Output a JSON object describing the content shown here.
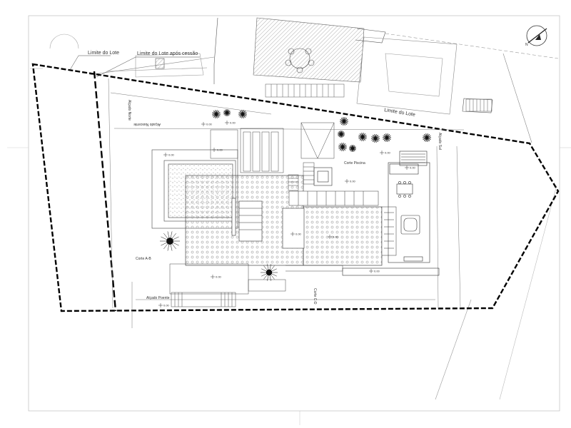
{
  "labels": {
    "limite_lote_top": "Limite do Lote",
    "limite_lote_cession": "Limite do Lote após cessão",
    "limite_lote_right": "Limite do Lote",
    "corte_ab": "Corte A-B",
    "corte_cd": "Corte C-D",
    "corte_piscina": "Corte Piscina",
    "alcado_norte": "Alçado Norte",
    "alcado_sul": "Alçado Sul",
    "alcado_poente": "Alçado Poente",
    "alcado_nascente": "Alçado Nascente",
    "level_mark": "0.00"
  },
  "colors": {
    "ink": "#222222",
    "lot_boundary": "#000000",
    "hatch": "#9a9a9a",
    "paper": "#ffffff",
    "frame": "#bdbdbd"
  },
  "icons": {
    "north_arrow": "north-arrow-icon",
    "tree": "tree-icon",
    "level_marker": "level-marker-icon"
  }
}
